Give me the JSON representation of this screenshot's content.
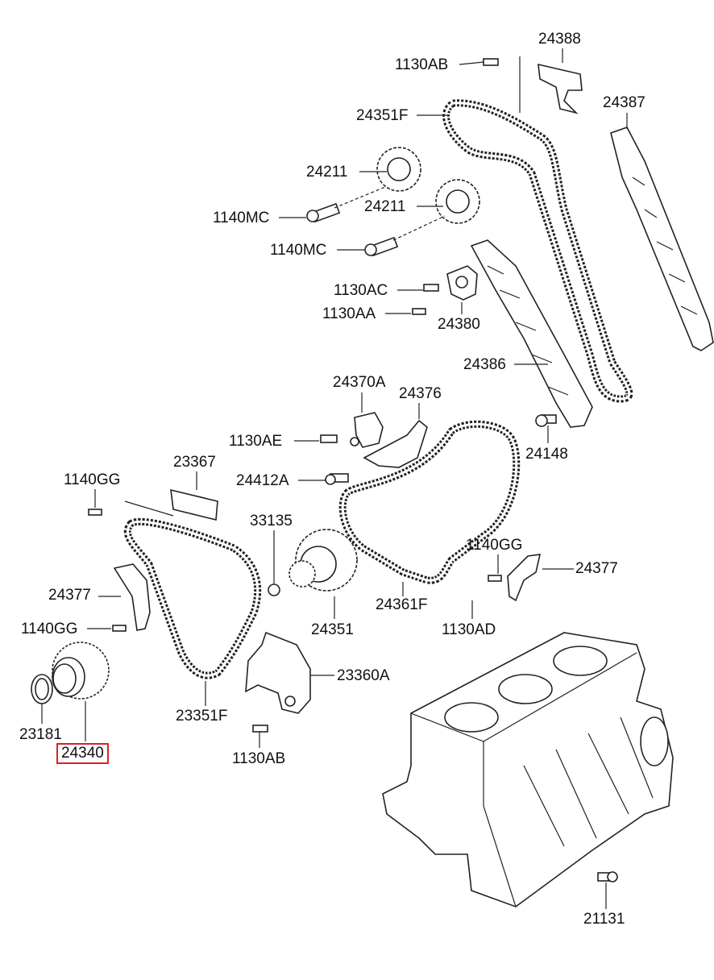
{
  "diagram": {
    "labels": [
      {
        "id": "l01",
        "text": "24388"
      },
      {
        "id": "l02",
        "text": "1130AB"
      },
      {
        "id": "l03",
        "text": "24387"
      },
      {
        "id": "l04",
        "text": "24351F"
      },
      {
        "id": "l05",
        "text": "24211"
      },
      {
        "id": "l06",
        "text": "24211"
      },
      {
        "id": "l07",
        "text": "1140MC"
      },
      {
        "id": "l08",
        "text": "1140MC"
      },
      {
        "id": "l09",
        "text": "1130AC"
      },
      {
        "id": "l10",
        "text": "1130AA"
      },
      {
        "id": "l11",
        "text": "24380"
      },
      {
        "id": "l12",
        "text": "24386"
      },
      {
        "id": "l13",
        "text": "24370A"
      },
      {
        "id": "l14",
        "text": "24376"
      },
      {
        "id": "l15",
        "text": "1130AE"
      },
      {
        "id": "l16",
        "text": "24148"
      },
      {
        "id": "l17",
        "text": "24412A"
      },
      {
        "id": "l18",
        "text": "1140GG"
      },
      {
        "id": "l19",
        "text": "23367"
      },
      {
        "id": "l20",
        "text": "33135"
      },
      {
        "id": "l21",
        "text": "1140GG"
      },
      {
        "id": "l22",
        "text": "24377"
      },
      {
        "id": "l23",
        "text": "24377"
      },
      {
        "id": "l24",
        "text": "24361F"
      },
      {
        "id": "l25",
        "text": "1130AD"
      },
      {
        "id": "l26",
        "text": "1140GG"
      },
      {
        "id": "l27",
        "text": "24351"
      },
      {
        "id": "l28",
        "text": "23360A"
      },
      {
        "id": "l29",
        "text": "23181"
      },
      {
        "id": "l30",
        "text": "24340"
      },
      {
        "id": "l31",
        "text": "23351F"
      },
      {
        "id": "l32",
        "text": "1130AB"
      },
      {
        "id": "l33",
        "text": "21131"
      }
    ],
    "highlight_color": "#e02020"
  }
}
